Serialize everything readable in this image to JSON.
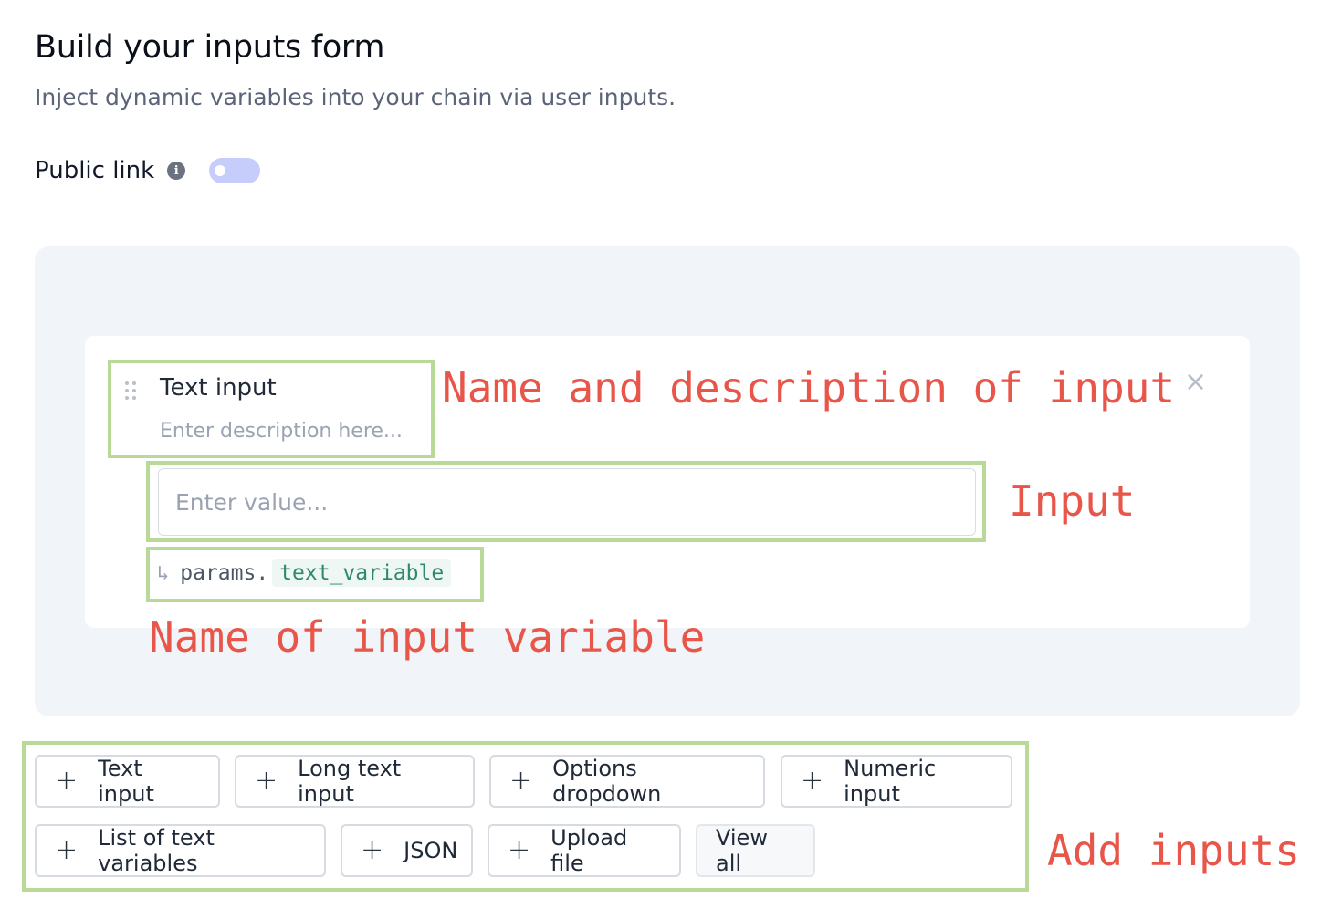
{
  "header": {
    "title": "Build your inputs form",
    "subtitle": "Inject dynamic variables into your chain via user inputs."
  },
  "public_link": {
    "label": "Public link",
    "enabled": false,
    "info_icon": "info-icon"
  },
  "input_card": {
    "name": "Text input",
    "description_placeholder": "Enter description here...",
    "value_placeholder": "Enter value...",
    "variable_prefix": "params.",
    "variable_name": "text_variable"
  },
  "annotations": {
    "name_desc": "Name and description of input",
    "input": "Input",
    "variable": "Name of input variable",
    "add_inputs": "Add inputs"
  },
  "add_buttons": [
    {
      "label": "Text input"
    },
    {
      "label": "Long text input"
    },
    {
      "label": "Options dropdown"
    },
    {
      "label": "Numeric input"
    },
    {
      "label": "List of text variables"
    },
    {
      "label": "JSON"
    },
    {
      "label": "Upload file"
    },
    {
      "label": "View all"
    }
  ],
  "colors": {
    "annotation_text": "#e8564a",
    "annotation_box": "#b8d997",
    "toggle_off": "#c7cdfb",
    "variable_text": "#2f8a6b"
  }
}
